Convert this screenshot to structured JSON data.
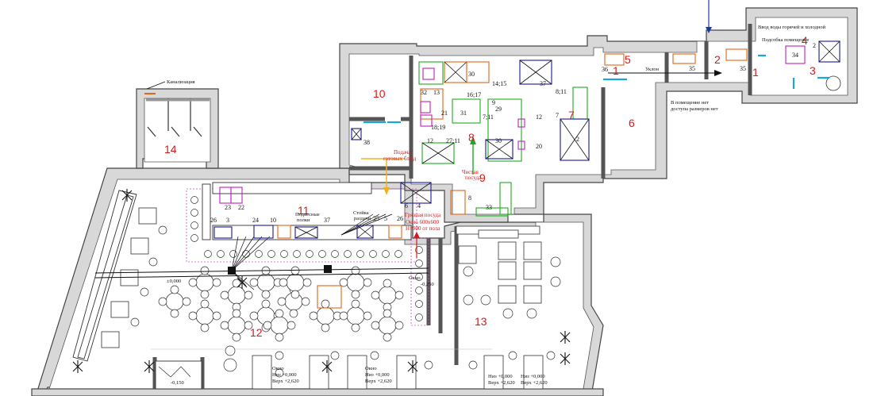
{
  "rooms": [
    {
      "id": "r1a",
      "label": "1"
    },
    {
      "id": "r1b",
      "label": "1"
    },
    {
      "id": "r2",
      "label": "2"
    },
    {
      "id": "r3",
      "label": "3"
    },
    {
      "id": "r4",
      "label": "4"
    },
    {
      "id": "r5",
      "label": "5"
    },
    {
      "id": "r6",
      "label": "6"
    },
    {
      "id": "r7",
      "label": "7"
    },
    {
      "id": "r8",
      "label": "8"
    },
    {
      "id": "r9",
      "label": "9"
    },
    {
      "id": "r10",
      "label": "10"
    },
    {
      "id": "r11",
      "label": "11"
    },
    {
      "id": "r12",
      "label": "12"
    },
    {
      "id": "r13",
      "label": "13"
    },
    {
      "id": "r14",
      "label": "14"
    }
  ],
  "notes": {
    "water_inlet": "Ввод воды горячей и холодной",
    "utility_room": "Подсобка помещение",
    "slope": "Уклон",
    "no_access": "В помещение нет",
    "no_access_2": "доступа размеров нет",
    "sewer": "Канализация",
    "serving_1": "Подача",
    "serving_2": "готовых блюд",
    "clean_dishes_1": "Чистая",
    "clean_dishes_2": "посуда",
    "dirty_dishes": "Грязная посуда",
    "window_note_1": "Окно 600х600",
    "window_note_2": "Н=900 от пола",
    "level_0": "±0,000",
    "level_m150": "-0,150",
    "level_m250": "-0,250",
    "window_label": "Окно",
    "niz_1": "Низ +0,000",
    "verh_1": "Верх +2,620",
    "niz_2": "Низ +0,000",
    "verh_2": "Верх +2,620",
    "niz_3": "Низ +0,000",
    "verh_3": "Верх +2,620",
    "niz_4": "Низ +0,000",
    "verh_4": "Верх +2,620",
    "okno_1": "Окно",
    "okno_2": "Окно",
    "podvesnye": "Подвесные",
    "podvesnye_2": "полки",
    "stoyki": "Стойка",
    "stoyki_2": "раздачи"
  },
  "equipment_numbers": {
    "e32": "32",
    "e13": "13",
    "e30": "30",
    "e1415": "14;15",
    "e1617": "16;17",
    "e37top": "37",
    "e21": "21",
    "e1819": "18;19",
    "e31": "31",
    "e9": "9",
    "e711": "7;11",
    "e29": "29",
    "e12a": "12",
    "e30b": "30",
    "e20": "20",
    "e811": "8;11",
    "e7": "7",
    "e2": "2",
    "e12b": "12",
    "e2711": "27;11",
    "e38": "38",
    "e36": "36",
    "e35a": "35",
    "e35b": "35",
    "e34": "34",
    "e2b": "2",
    "e23": "23",
    "e22": "22",
    "e26a": "26",
    "e3": "3",
    "e24": "24",
    "e10": "10",
    "e37": "37",
    "e25": "25",
    "e5": "5",
    "e26b": "26",
    "e8b": "8",
    "e33": "33",
    "e6": "6",
    "e4": "4"
  }
}
